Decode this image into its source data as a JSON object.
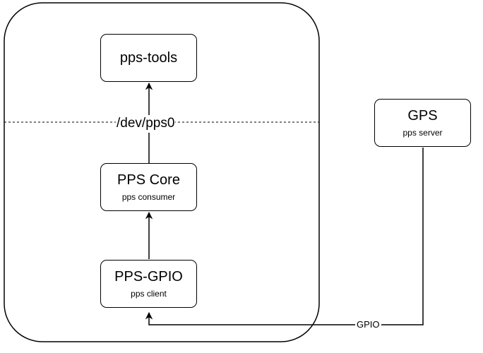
{
  "nodes": {
    "pps_tools": {
      "title": "pps-tools"
    },
    "pps_core": {
      "title": "PPS Core",
      "subtitle": "pps consumer"
    },
    "pps_gpio": {
      "title": "PPS-GPIO",
      "subtitle": "pps client"
    },
    "gps": {
      "title": "GPS",
      "subtitle": "pps server"
    }
  },
  "labels": {
    "device": "/dev/pps0",
    "gpio": "GPIO"
  },
  "colors": {
    "stroke": "#000000",
    "background": "#ffffff"
  }
}
